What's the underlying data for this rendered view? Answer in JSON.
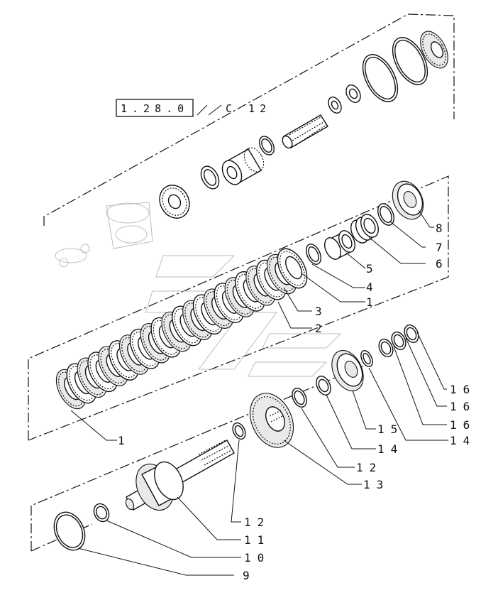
{
  "reference_box": {
    "text": "1.28.0",
    "suffix": "C 12"
  },
  "callouts": [
    {
      "id": "c8",
      "text": "8"
    },
    {
      "id": "c7",
      "text": "7"
    },
    {
      "id": "c6",
      "text": "6"
    },
    {
      "id": "c5",
      "text": "5"
    },
    {
      "id": "c4",
      "text": "4"
    },
    {
      "id": "c1a",
      "text": "1"
    },
    {
      "id": "c3",
      "text": "3"
    },
    {
      "id": "c2",
      "text": "2"
    },
    {
      "id": "c1b",
      "text": "1"
    },
    {
      "id": "c16a",
      "text": "16"
    },
    {
      "id": "c16b",
      "text": "16"
    },
    {
      "id": "c16c",
      "text": "16"
    },
    {
      "id": "c15",
      "text": "15"
    },
    {
      "id": "c14a",
      "text": "14"
    },
    {
      "id": "c14b",
      "text": "14"
    },
    {
      "id": "c12a",
      "text": "12"
    },
    {
      "id": "c13",
      "text": "13"
    },
    {
      "id": "c12b",
      "text": "12"
    },
    {
      "id": "c11",
      "text": "11"
    },
    {
      "id": "c10",
      "text": "10"
    },
    {
      "id": "c9",
      "text": "9"
    }
  ],
  "colors": {
    "ink": "#111111",
    "watermark": "#bdbdbd"
  }
}
